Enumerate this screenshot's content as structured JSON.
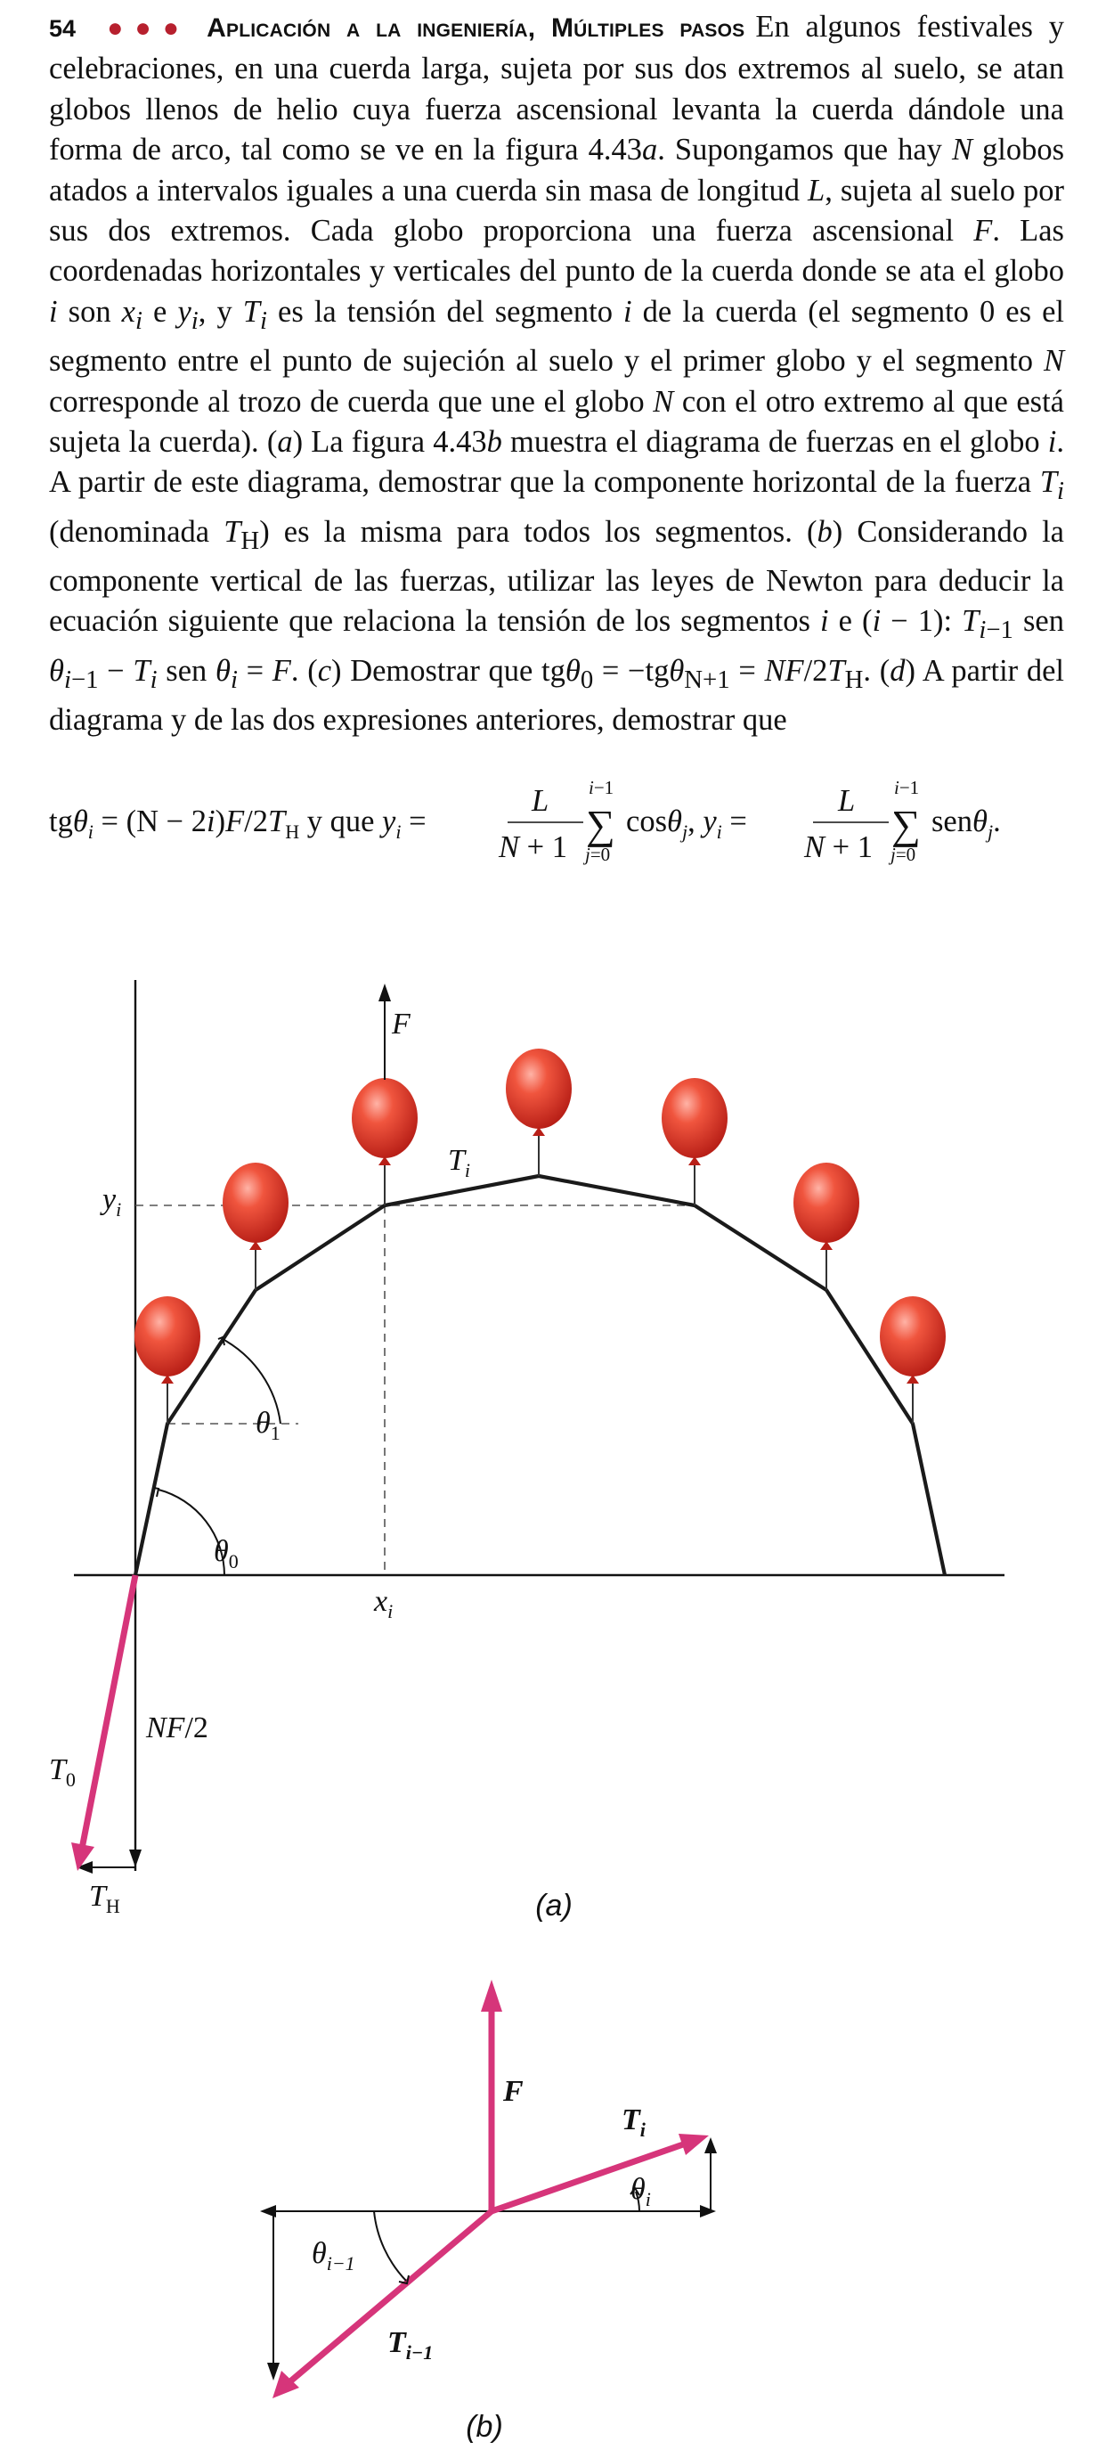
{
  "page_number": "54",
  "heading": "Aplicación a la ingeniería, Múltiples pasos",
  "paragraph_html": "En algunos festivales y celebraciones, en una cuerda larga, sujeta por sus dos extremos al suelo, se atan globos llenos de helio cuya fuerza ascensional levanta la cuerda dándole una forma de arco, tal como se ve en la figura 4.43<i>a</i>. Supongamos que hay <i>N</i> globos atados a intervalos iguales a una cuerda sin masa de longitud <i>L</i>, sujeta al suelo por sus dos extremos. Cada globo proporciona una fuerza ascensional <i>F</i>. Las coordenadas horizontales y verticales del punto de la cuerda donde se ata el globo <i>i</i> son <i>x<sub>i</sub></i> e <i>y<sub>i</sub></i>, y <i>T<sub>i</sub></i> es la tensión del segmento <i>i</i> de la cuerda (el segmento 0 es el segmento entre el punto de sujeción al suelo y el primer globo y el segmento <i>N</i> corresponde al trozo de cuerda que une el globo <i>N</i> con el otro extremo al que está sujeta la cuerda). (<i>a</i>) La figura 4.43<i>b</i> muestra el diagrama de fuerzas en el globo <i>i</i>. A partir de este diagrama, demostrar que la componente horizontal de la fuerza <i>T<sub>i</sub></i> (denominada <i>T</i><sub>H</sub>) es la misma para todos los segmentos. (<i>b</i>) Considerando la componente vertical de las fuerzas, utilizar las leyes de Newton para deducir la ecuación siguiente que relaciona la tensión de los segmentos <i>i</i> e (<i>i</i> − 1): <i>T</i><sub><i>i</i>−1</sub> sen <i>θ</i><sub><i>i</i>−1</sub> − <i>T<sub>i</sub></i> sen <i>θ<sub>i</sub></i> = <i>F</i>. (<i>c</i>) Demostrar que tg<i>θ</i><sub>0</sub> = −tg<i>θ</i><sub>N+1</sub> = <i>NF</i>/2<i>T</i><sub>H</sub>. (<i>d</i>) A partir del diagrama y de las dos expresiones anteriores, demostrar que",
  "figure_a": {
    "caption": "(a)",
    "labels": {
      "F": "F",
      "Ti": "Ti",
      "yi": "yi",
      "xi": "xi",
      "theta1": "θ1",
      "theta0": "θ0",
      "NF2": "NF/2",
      "T0": "T0",
      "TH": "TH"
    },
    "colors": {
      "rope": "#1a1a1a",
      "balloon": "#e8352a",
      "vector": "#d6357a",
      "dashed": "#555555"
    }
  },
  "figure_b": {
    "caption": "(b)",
    "labels": {
      "F": "F",
      "Ti": "Ti",
      "thetai": "θi",
      "thetai1": "θi−1",
      "Ti1": "Ti−1"
    }
  }
}
